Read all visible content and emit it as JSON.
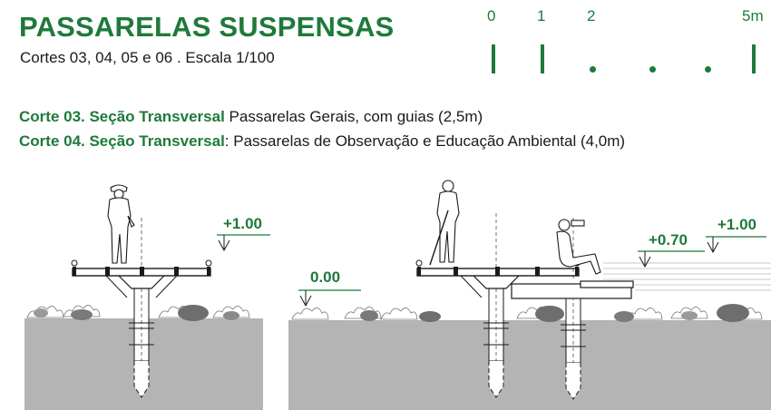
{
  "header": {
    "title": "PASSARELAS SUSPENSAS",
    "subtitle": "Cortes 03, 04, 05 e 06 . Escala 1/100"
  },
  "scale_bar": {
    "labels": [
      "0",
      "1",
      "2",
      "5m"
    ],
    "color": "#1e7a3a"
  },
  "captions": [
    {
      "bold": "Corte 03. Seção Transversal",
      "rest": " Passarelas Gerais, com guias (2,5m)"
    },
    {
      "bold": "Corte 04. Seção Transversal",
      "rest": ": Passarelas de Observação e Educação Ambiental (4,0m)"
    }
  ],
  "section_03": {
    "level_top": "+1.00"
  },
  "section_04": {
    "level_ground": "0.00",
    "level_bench": "+0.70",
    "level_top": "+1.00"
  },
  "colors": {
    "accent": "#1e7a3a",
    "ground": "#b4b4b4",
    "vegetation": "#7a7a7a",
    "line": "#1a1a1a"
  },
  "icons": [
    "person-walking-figure",
    "person-with-cane-figure",
    "person-with-binoculars-figure",
    "level-marker-icon"
  ]
}
